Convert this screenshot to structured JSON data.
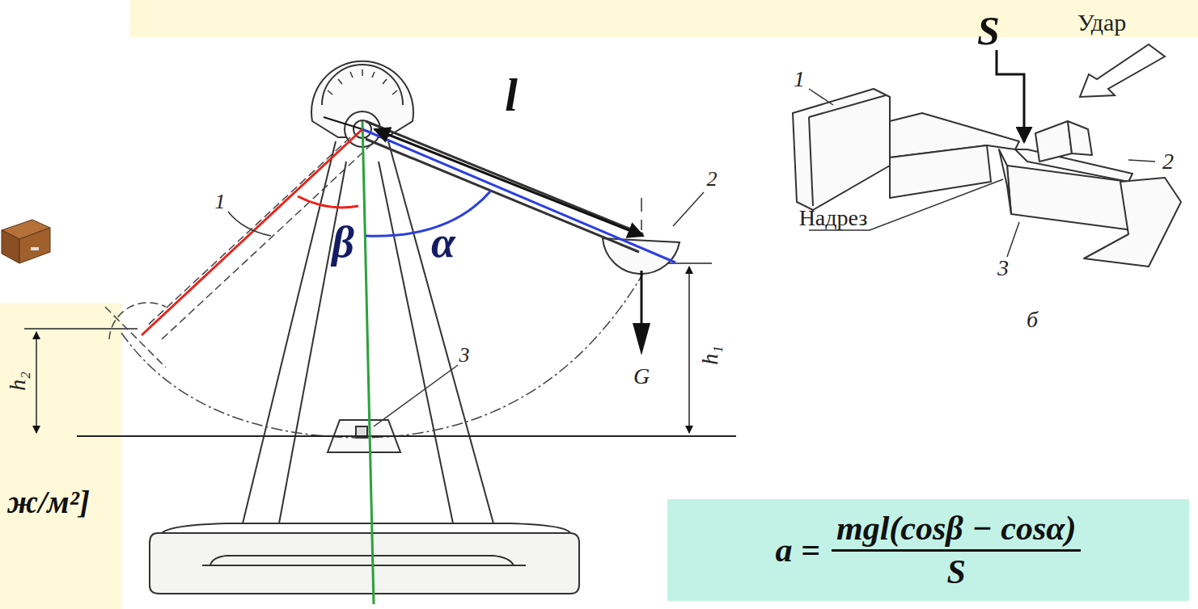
{
  "diagram": {
    "nodes": [
      {
        "text": [
          "a =",
          "mgl(cosβ − cosα)",
          "S"
        ]
      }
    ],
    "labels": [
      "l",
      "1",
      "2",
      "β",
      "α",
      "3",
      "h₂",
      "G",
      "h₁",
      "ж/м²]",
      "S",
      "Удар",
      "1",
      "2",
      "Надрез",
      "3",
      "б"
    ]
  }
}
